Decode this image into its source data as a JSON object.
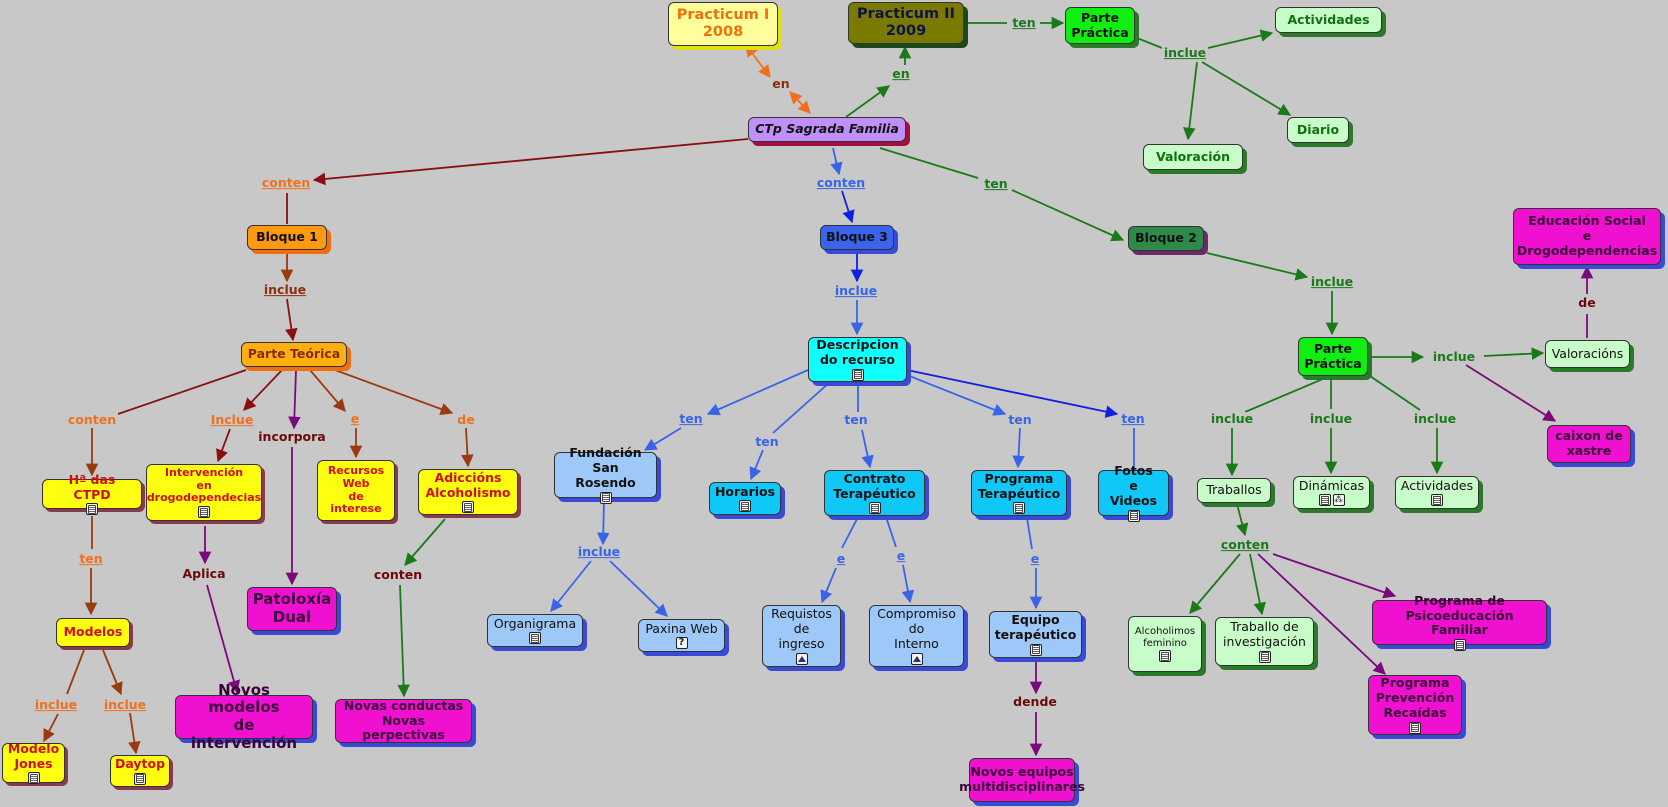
{
  "colors": {
    "background": "#c8c8c8",
    "green_arrow": "#1a7a1a",
    "blue_arrow": "#3a64e8",
    "purple_arrow": "#7a0a7a",
    "brown_arrow": "#8a3010",
    "orange_arrow": "#f07020"
  },
  "nodes": [
    {
      "id": "p1",
      "text": "Practicum I\n2008",
      "bg": "#fefe9a",
      "color": "#f07010"
    },
    {
      "id": "p2",
      "text": "Practicum II\n2009",
      "bg": "#7a7a00",
      "color": "#10124a"
    },
    {
      "id": "ctp",
      "text": "CTp Sagrada Familia",
      "bg": "#c090f8",
      "color": "#111111",
      "italic": true
    },
    {
      "id": "pp1",
      "text": "Parte\nPráctica",
      "bg": "#10f010",
      "color": "#111111"
    },
    {
      "id": "act1",
      "text": "Actividades",
      "bg": "#c8fcc8",
      "color": "#107010"
    },
    {
      "id": "val1",
      "text": "Valoración",
      "bg": "#c8fcc8",
      "color": "#107010"
    },
    {
      "id": "dia",
      "text": "Diario",
      "bg": "#c8fcc8",
      "color": "#107010"
    },
    {
      "id": "b1",
      "text": "Bloque 1",
      "bg": "#ff9a10",
      "color": "#111111"
    },
    {
      "id": "b3",
      "text": "Bloque 3",
      "bg": "#3a64ee",
      "color": "#111111"
    },
    {
      "id": "b2",
      "text": "Bloque 2",
      "bg": "#2e8a4a",
      "color": "#111111"
    },
    {
      "id": "pt",
      "text": "Parte Teórica",
      "bg": "#ffb010",
      "color": "#8a2a00"
    },
    {
      "id": "hctpd",
      "text": "Hª das CTPD",
      "bg": "#fefe10",
      "color": "#d01010",
      "icons": [
        "doc"
      ]
    },
    {
      "id": "interv",
      "text": "Intervención\nen\ndrogodependecias",
      "bg": "#fefe10",
      "color": "#d01010",
      "small": true,
      "icons": [
        "doc"
      ]
    },
    {
      "id": "recw",
      "text": "Recursos\nWeb\nde interese",
      "bg": "#fefe10",
      "color": "#d01010",
      "small": true
    },
    {
      "id": "adic",
      "text": "Adiccións\nAlcoholismo",
      "bg": "#fefe10",
      "color": "#d01010",
      "icons": [
        "doc"
      ]
    },
    {
      "id": "patol",
      "text": "Patoloxía\nDual",
      "bg": "#f010d0",
      "color": "#3a003a",
      "big": true
    },
    {
      "id": "modelos",
      "text": "Modelos",
      "bg": "#fefe10",
      "color": "#d01010"
    },
    {
      "id": "mjones",
      "text": "Modelo\nJones",
      "bg": "#fefe10",
      "color": "#d01010",
      "icons": [
        "doc"
      ]
    },
    {
      "id": "daytop",
      "text": "Daytop",
      "bg": "#fefe10",
      "color": "#d01010",
      "icons": [
        "doc"
      ]
    },
    {
      "id": "novmod",
      "text": "Novos modelos\nde intervención",
      "bg": "#f010d0",
      "color": "#3a003a",
      "big": true
    },
    {
      "id": "novcond",
      "text": "Novas conductas\nNovas perpectivas",
      "bg": "#f010d0",
      "color": "#3a003a"
    },
    {
      "id": "desc",
      "text": "Descripcion\ndo recurso",
      "bg": "#10ffff",
      "color": "#111111",
      "icons": [
        "doc"
      ]
    },
    {
      "id": "fund",
      "text": "Fundación\nSan Rosendo",
      "bg": "#9ec8f8",
      "color": "#111111",
      "icons": [
        "doc"
      ]
    },
    {
      "id": "horar",
      "text": "Horarios",
      "bg": "#10c8f8",
      "color": "#111111",
      "icons": [
        "doc"
      ]
    },
    {
      "id": "contr",
      "text": "Contrato\nTerapéutico",
      "bg": "#10c8f8",
      "color": "#111111",
      "icons": [
        "doc"
      ]
    },
    {
      "id": "prog",
      "text": "Programa\nTerapéutico",
      "bg": "#10c8f8",
      "color": "#111111",
      "icons": [
        "doc"
      ]
    },
    {
      "id": "fotos",
      "text": "Fotos\ne Videos",
      "bg": "#10c8f8",
      "color": "#111111",
      "icons": [
        "doc"
      ]
    },
    {
      "id": "organ",
      "text": "Organigrama",
      "bg": "#9ec8f8",
      "color": "#111111",
      "normal": true,
      "icons": [
        "doc"
      ]
    },
    {
      "id": "paxina",
      "text": "Paxina Web",
      "bg": "#9ec8f8",
      "color": "#111111",
      "normal": true,
      "icons": [
        "hlp"
      ]
    },
    {
      "id": "requ",
      "text": "Requistos\nde\ningreso",
      "bg": "#9ec8f8",
      "color": "#111111",
      "normal": true,
      "icons": [
        "img"
      ]
    },
    {
      "id": "compr",
      "text": "Compromiso\ndo\nInterno",
      "bg": "#9ec8f8",
      "color": "#111111",
      "normal": true,
      "icons": [
        "img"
      ]
    },
    {
      "id": "equipo",
      "text": "Equipo\nterapéutico",
      "bg": "#9ec8f8",
      "color": "#111111",
      "icons": [
        "doc"
      ]
    },
    {
      "id": "novequ",
      "text": "Novos equipos\nmultidisciplinares",
      "bg": "#f010d0",
      "color": "#3a003a"
    },
    {
      "id": "pp2",
      "text": "Parte\nPráctica",
      "bg": "#10f010",
      "color": "#111111"
    },
    {
      "id": "valor",
      "text": "Valoracións",
      "bg": "#c8fcc8",
      "color": "#111111",
      "normal": true
    },
    {
      "id": "edsoc",
      "text": "Educación Social\ne\nDrogodependencias",
      "bg": "#f010d0",
      "color": "#3a003a"
    },
    {
      "id": "caixon",
      "text": "caixon de\nxastre",
      "bg": "#f010d0",
      "color": "#3a003a"
    },
    {
      "id": "trab",
      "text": "Traballos",
      "bg": "#c8fcc8",
      "color": "#111111",
      "normal": true
    },
    {
      "id": "dinam",
      "text": "Dinámicas",
      "bg": "#c8fcc8",
      "color": "#111111",
      "normal": true,
      "icons": [
        "doc",
        "map"
      ]
    },
    {
      "id": "act2",
      "text": "Actividades",
      "bg": "#c8fcc8",
      "color": "#111111",
      "normal": true,
      "icons": [
        "doc"
      ]
    },
    {
      "id": "alcfem",
      "text": "Alcoholimos\nfeminino",
      "bg": "#c8fcc8",
      "color": "#111111",
      "normal": true,
      "tiny": true,
      "icons": [
        "doc"
      ]
    },
    {
      "id": "trabinv",
      "text": "Traballo de\ninvestigación",
      "bg": "#c8fcc8",
      "color": "#111111",
      "normal": true,
      "icons": [
        "doc"
      ]
    },
    {
      "id": "progpsi",
      "text": "Programa de\nPsicoeducación Familiar",
      "bg": "#f010d0",
      "color": "#3a003a",
      "icons": [
        "doc"
      ]
    },
    {
      "id": "progprev",
      "text": "Programa\nPrevención\nRecaídas",
      "bg": "#f010d0",
      "color": "#3a003a",
      "icons": [
        "doc"
      ]
    }
  ],
  "links": [
    {
      "id": "l_en1",
      "text": "en",
      "color": "#8a3010",
      "u": false
    },
    {
      "id": "l_en2",
      "text": "en",
      "color": "#1a7a1a",
      "u": true
    },
    {
      "id": "l_ten_top",
      "text": "ten",
      "color": "#1a7a1a",
      "u": true
    },
    {
      "id": "l_incl_top",
      "text": "inclue",
      "color": "#1a7a1a",
      "u": true
    },
    {
      "id": "l_conten1",
      "text": "conten",
      "color": "#f07020",
      "u": true
    },
    {
      "id": "l_conten3",
      "text": "conten",
      "color": "#3a64e8",
      "u": true
    },
    {
      "id": "l_ten_b2",
      "text": "ten",
      "color": "#1a7a1a",
      "u": true
    },
    {
      "id": "l_incl_b1",
      "text": "inclue",
      "color": "#8a3010",
      "u": true
    },
    {
      "id": "l_incl_b3",
      "text": "inclue",
      "color": "#3a64e8",
      "u": true
    },
    {
      "id": "l_incl_b2",
      "text": "inclue",
      "color": "#1a7a1a",
      "u": true
    },
    {
      "id": "l_conten_pt",
      "text": "conten",
      "color": "#f07020",
      "u": false
    },
    {
      "id": "l_Inclue_pt",
      "text": "Inclue",
      "color": "#f07020",
      "u": true
    },
    {
      "id": "l_incorp",
      "text": "incorpora",
      "color": "#6a0a0a",
      "u": false
    },
    {
      "id": "l_e_pt",
      "text": "e",
      "color": "#f07020",
      "u": true
    },
    {
      "id": "l_de_pt",
      "text": "de",
      "color": "#f07020",
      "u": false
    },
    {
      "id": "l_ten_h",
      "text": "ten",
      "color": "#f07020",
      "u": true
    },
    {
      "id": "l_aplica",
      "text": "Aplica",
      "color": "#6a0a0a",
      "u": false
    },
    {
      "id": "l_conten_ad",
      "text": "conten",
      "color": "#6a0a0a",
      "u": false
    },
    {
      "id": "l_incl_m1",
      "text": "inclue",
      "color": "#f07020",
      "u": true
    },
    {
      "id": "l_incl_m2",
      "text": "inclue",
      "color": "#f07020",
      "u": true
    },
    {
      "id": "l_ten_d1",
      "text": "ten",
      "color": "#3a64e8",
      "u": true
    },
    {
      "id": "l_ten_d2",
      "text": "ten",
      "color": "#3a64e8",
      "u": false
    },
    {
      "id": "l_ten_d3",
      "text": "ten",
      "color": "#3a64e8",
      "u": false
    },
    {
      "id": "l_ten_d4",
      "text": "ten",
      "color": "#3a64e8",
      "u": false
    },
    {
      "id": "l_ten_d5",
      "text": "ten",
      "color": "#3a64e8",
      "u": true
    },
    {
      "id": "l_incl_f",
      "text": "inclue",
      "color": "#3a64e8",
      "u": true
    },
    {
      "id": "l_e_c1",
      "text": "e",
      "color": "#3a64e8",
      "u": true
    },
    {
      "id": "l_e_c2",
      "text": "e",
      "color": "#3a64e8",
      "u": true
    },
    {
      "id": "l_e_p",
      "text": "e",
      "color": "#3a64e8",
      "u": true
    },
    {
      "id": "l_dende",
      "text": "dende",
      "color": "#6a0a0a",
      "u": false
    },
    {
      "id": "l_incl_v",
      "text": "inclue",
      "color": "#1a7a1a",
      "u": false
    },
    {
      "id": "l_de_v",
      "text": "de",
      "color": "#6a0a0a",
      "u": false
    },
    {
      "id": "l_incl_t",
      "text": "inclue",
      "color": "#1a7a1a",
      "u": false
    },
    {
      "id": "l_incl_dn",
      "text": "inclue",
      "color": "#1a7a1a",
      "u": false
    },
    {
      "id": "l_incl_ac",
      "text": "inclue",
      "color": "#1a7a1a",
      "u": false
    },
    {
      "id": "l_conten_tr",
      "text": "conten",
      "color": "#1a7a1a",
      "u": true
    }
  ]
}
